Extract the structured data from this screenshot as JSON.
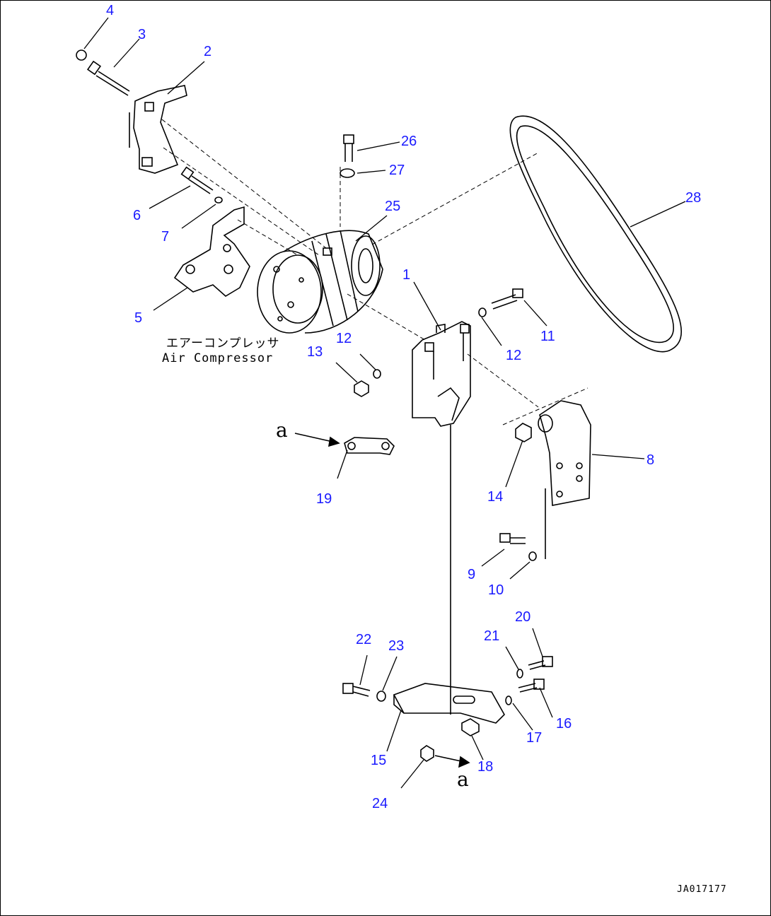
{
  "figure_id": "JA017177",
  "caption": {
    "japanese": "エアーコンプレッサ",
    "english": "Air Compressor"
  },
  "view_marker": "a",
  "callouts": {
    "c1": "1",
    "c2": "2",
    "c3": "3",
    "c4": "4",
    "c5": "5",
    "c6": "6",
    "c7": "7",
    "c8": "8",
    "c9": "9",
    "c10": "10",
    "c11": "11",
    "c12a": "12",
    "c12b": "12",
    "c13": "13",
    "c14": "14",
    "c15": "15",
    "c16": "16",
    "c17": "17",
    "c18": "18",
    "c19": "19",
    "c20": "20",
    "c21": "21",
    "c22": "22",
    "c23": "23",
    "c24": "24",
    "c25": "25",
    "c26": "26",
    "c27": "27",
    "c28": "28"
  },
  "colors": {
    "callout": "#1a1aff",
    "linework": "#000000"
  }
}
